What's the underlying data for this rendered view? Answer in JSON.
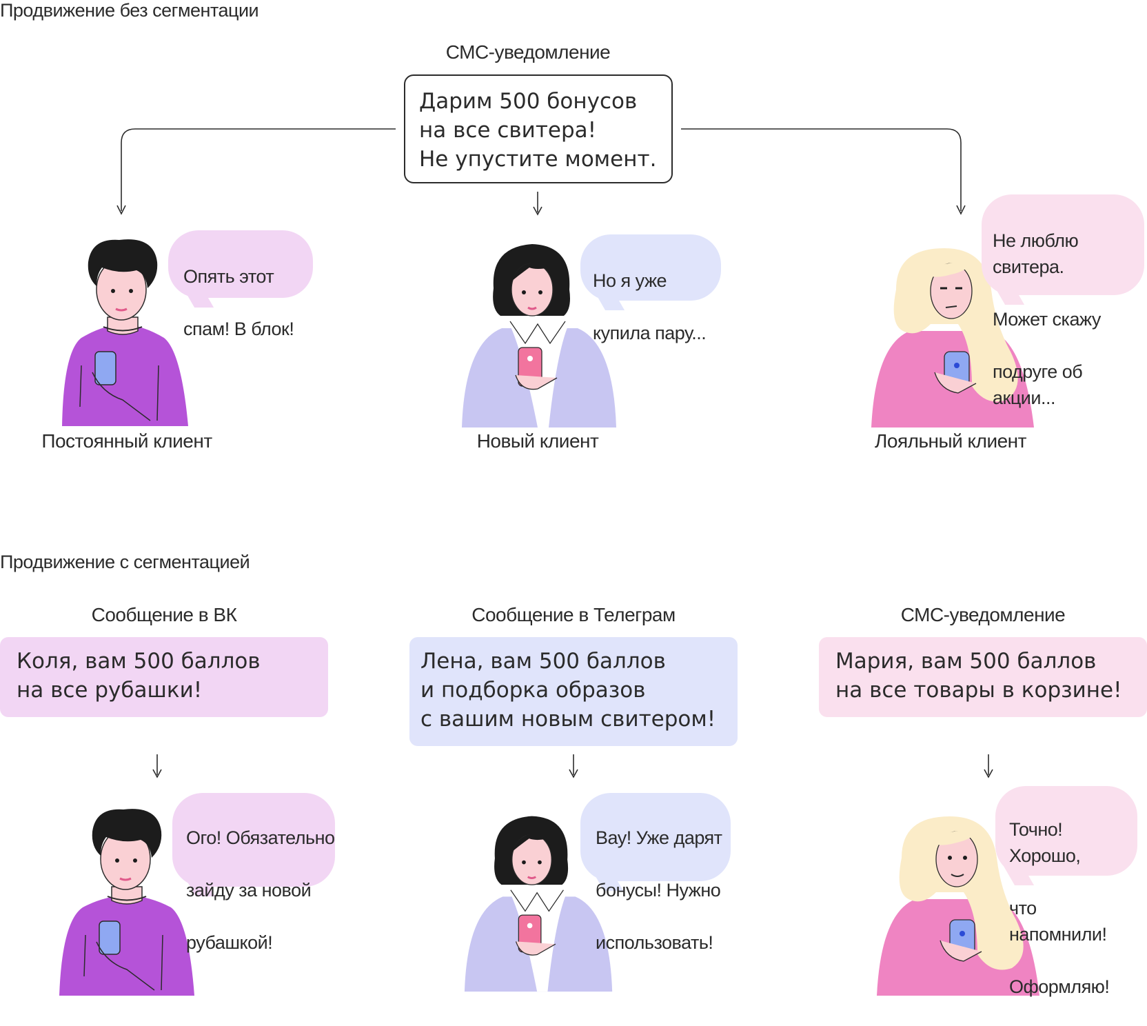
{
  "colors": {
    "ink": "#2b2b2b",
    "purple": "#b553d8",
    "lavender": "#c8c6f2",
    "pink": "#ef84c2",
    "bubble_pink": "#f2d6f4",
    "bubble_lavender": "#e0e4fb",
    "bubble_light_pink": "#fae0ee",
    "blonde": "#fbecc8",
    "skin": "#fad0d4",
    "phone_blue": "#8fa8f2",
    "phone_pink": "#f2749e"
  },
  "top": {
    "title": "Продвижение без сегментации",
    "channel": "СМС-уведомление",
    "message_lines": [
      "Дарим 500 бонусов",
      "на все свитера!",
      "Не упустите момент."
    ],
    "clients": [
      {
        "label": "Постоянный клиент",
        "bubble": [
          "Опять этот",
          "спам! В блок!"
        ],
        "figure": "man-purple-icon"
      },
      {
        "label": "Новый клиент",
        "bubble": [
          "Но я уже",
          "купила пару..."
        ],
        "figure": "woman-lavender-icon"
      },
      {
        "label": "Лояльный клиент",
        "bubble": [
          "Не люблю свитера.",
          "Может скажу",
          "подруге об акции..."
        ],
        "figure": "woman-blonde-icon"
      }
    ]
  },
  "bottom": {
    "title": "Продвижение с сегментацией",
    "segments": [
      {
        "channel": "Сообщение в ВК",
        "message": [
          "Коля, вам 500 баллов",
          "на все рубашки!"
        ],
        "bubble": [
          "Ого! Обязательно",
          "зайду за новой",
          "рубашкой!"
        ]
      },
      {
        "channel": "Сообщение в Телеграм",
        "message": [
          "Лена, вам 500 баллов",
          "и подборка образов",
          "с вашим новым свитером!"
        ],
        "bubble": [
          "Вау! Уже дарят",
          "бонусы! Нужно",
          "использовать!"
        ]
      },
      {
        "channel": "СМС-уведомление",
        "message": [
          "Мария, вам 500 баллов",
          "на все товары в корзине!"
        ],
        "bubble": [
          "Точно! Хорошо,",
          "что напомнили!",
          "Оформляю!"
        ]
      }
    ]
  }
}
